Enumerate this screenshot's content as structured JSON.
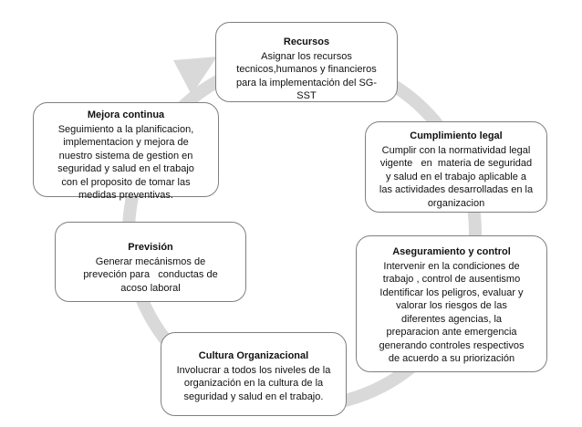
{
  "diagram": {
    "arrow_color": "#d9d9d9",
    "box_border_color": "#7f7f7f",
    "steps": [
      {
        "id": "recursos",
        "title": "Recursos",
        "lines": [
          "Asignar los recursos",
          "tecnicos,humanos y financieros",
          "para la implementación del SG-",
          "SST"
        ]
      },
      {
        "id": "cumplimiento",
        "title": "Cumplimiento legal",
        "lines": [
          "Cumplir con la normatividad legal",
          "vigente   en  materia de seguridad",
          "y salud en el trabajo aplicable a",
          "las actividades desarrolladas en la",
          "organizacion"
        ]
      },
      {
        "id": "aseguramiento",
        "title": "Aseguramiento y control",
        "lines": [
          "Intervenir en la condiciones de",
          "trabajo , control de ausentismo",
          "Identificar los peligros, evaluar y",
          "valorar los riesgos de las",
          "diferentes agencias, la",
          "preparacion ante emergencia",
          "generando controles respectivos",
          "de acuerdo a su priorización"
        ]
      },
      {
        "id": "cultura",
        "title": "Cultura Organizacional",
        "lines": [
          "Involucrar a todos los niveles de la",
          "organización en la cultura de la",
          "seguridad y salud en el trabajo."
        ]
      },
      {
        "id": "prevision",
        "title": "Previsión",
        "lines": [
          "Generar mecánismos de",
          "preveción para   conductas de",
          "acoso laboral"
        ]
      },
      {
        "id": "mejora",
        "title": "Mejora continua",
        "lines": [
          "Seguimiento a la planificacion,",
          "implementacion y mejora de",
          "nuestro sistema de gestion en",
          "seguridad y salud en el trabajo",
          "con el proposito de tomar las",
          "medidas preventivas."
        ]
      }
    ]
  }
}
